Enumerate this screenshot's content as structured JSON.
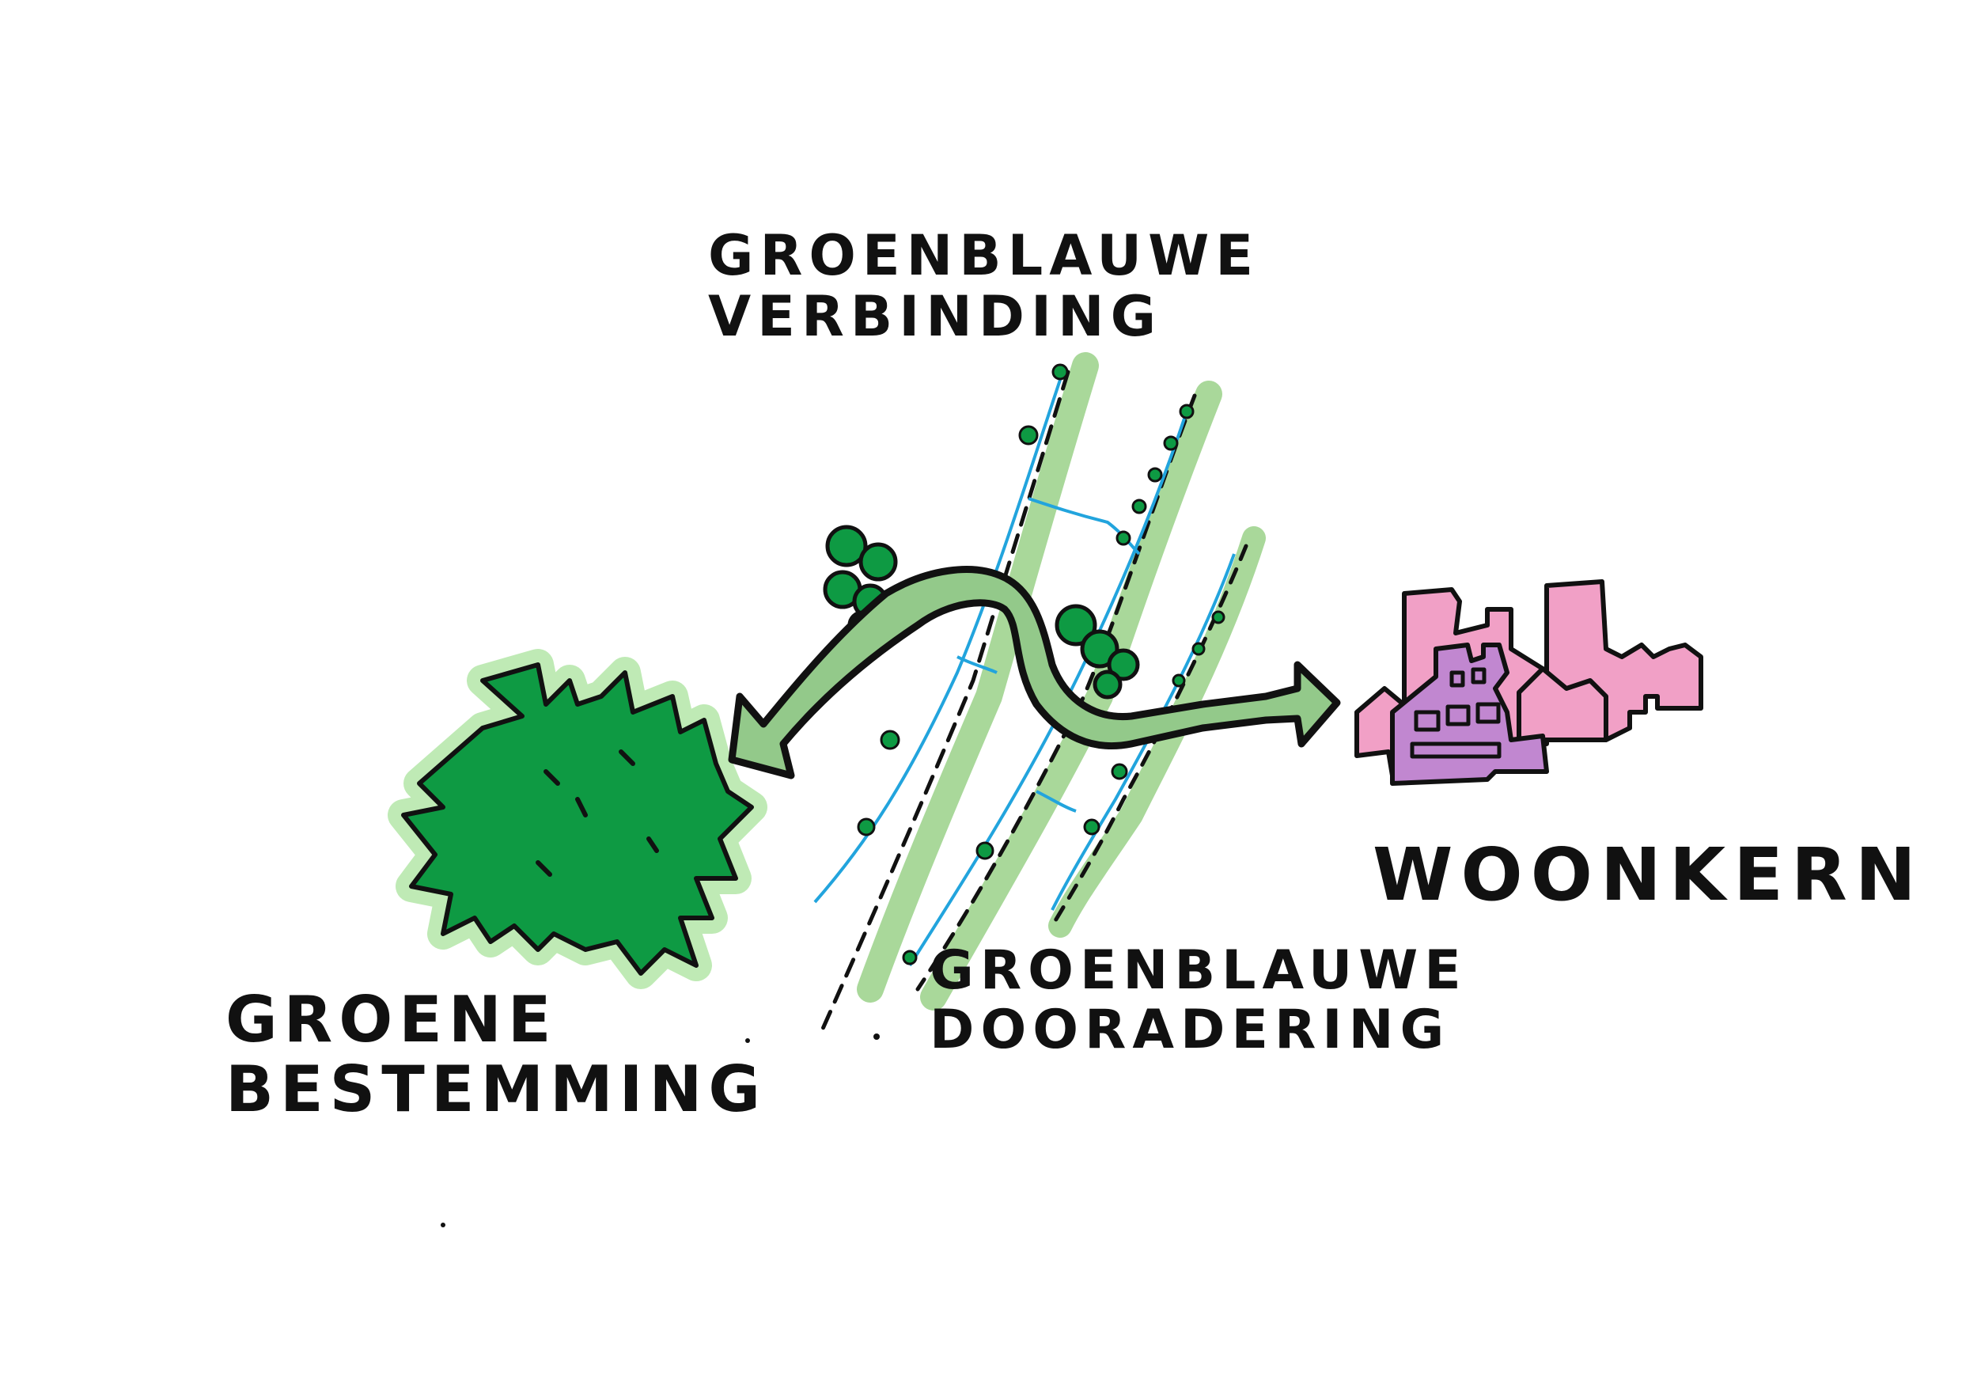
{
  "labels": {
    "verbinding": [
      "GROENBLAUWE",
      "VERBINDING"
    ],
    "dooradering": [
      "GROENBLAUWE",
      "DOORADERING"
    ],
    "bestemming": [
      "GROENE",
      "BESTEMMING"
    ],
    "woonkern": "WOONKERN"
  },
  "colors": {
    "green_dark": "#0e9a43",
    "green_light": "#a9d89a",
    "arrow_fill": "#93c98a",
    "water_blue": "#22a4dd",
    "pink": "#f1a0c6",
    "purple": "#c187d0",
    "ink": "#111111"
  }
}
